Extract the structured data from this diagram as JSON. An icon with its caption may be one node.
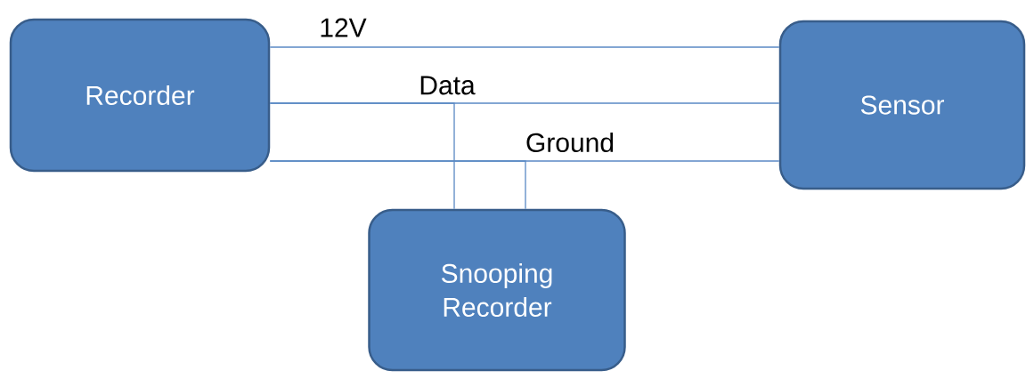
{
  "diagram": {
    "nodes": [
      {
        "text": [
          "Recorder"
        ]
      },
      {
        "text": [
          "Sensor"
        ]
      },
      {
        "text": [
          "Snooping Recorder"
        ]
      }
    ],
    "edges": [
      {
        "from": 0,
        "to": 1,
        "arrow": "none",
        "label": "12V"
      },
      {
        "from": 0,
        "to": 1,
        "arrow": "none",
        "label": "Data"
      },
      {
        "from": 0,
        "to": 1,
        "arrow": "none",
        "label": "Ground"
      },
      {
        "from": 0,
        "to": 2,
        "arrow": "none"
      },
      {
        "from": 0,
        "to": 2,
        "arrow": "none"
      }
    ]
  }
}
